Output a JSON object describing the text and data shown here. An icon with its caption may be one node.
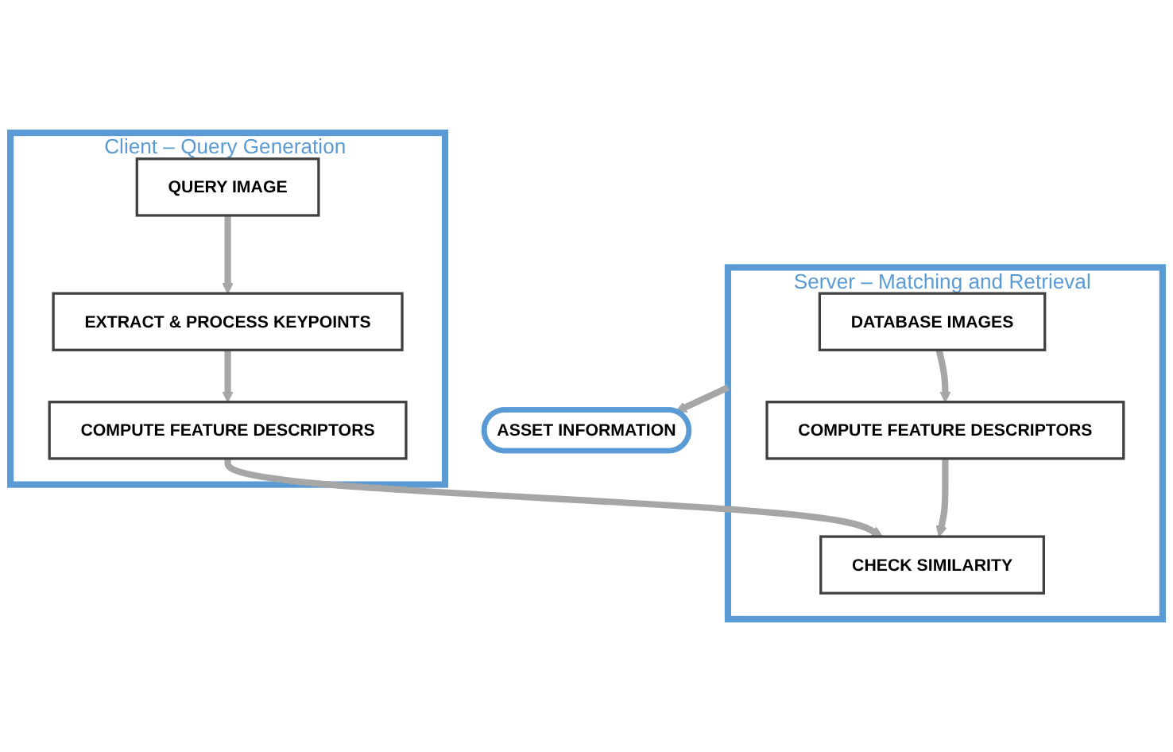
{
  "diagram": {
    "nodes": [
      {
        "text": [
          "Client – Query Generation"
        ]
      },
      {
        "text": [
          "QUERY IMAGE"
        ],
        "in": 0
      },
      {
        "text": [
          "EXTRACT & PROCESS KEYPOINTS"
        ],
        "in": 0
      },
      {
        "text": [
          "COMPUTE FEATURE DESCRIPTORS"
        ],
        "in": 0
      },
      {
        "text": [
          "Server – Matching and Retrieval"
        ]
      },
      {
        "text": [
          "DATABASE IMAGES"
        ],
        "in": 4
      },
      {
        "text": [
          "COMPUTE FEATURE DESCRIPTORS"
        ],
        "in": 4
      },
      {
        "text": [
          "CHECK SIMILARITY"
        ],
        "in": 4
      },
      {
        "text": [
          "ASSET INFORMATION"
        ]
      }
    ],
    "edges": [
      {
        "from": 1,
        "to": 2,
        "arrow": "to"
      },
      {
        "from": 2,
        "to": 3,
        "arrow": "to"
      },
      {
        "from": 3,
        "to": 7,
        "arrow": "to"
      },
      {
        "from": 5,
        "to": 6,
        "arrow": "to"
      },
      {
        "from": 6,
        "to": 7,
        "arrow": "to"
      },
      {
        "from": 4,
        "to": 8,
        "arrow": "to"
      }
    ]
  }
}
